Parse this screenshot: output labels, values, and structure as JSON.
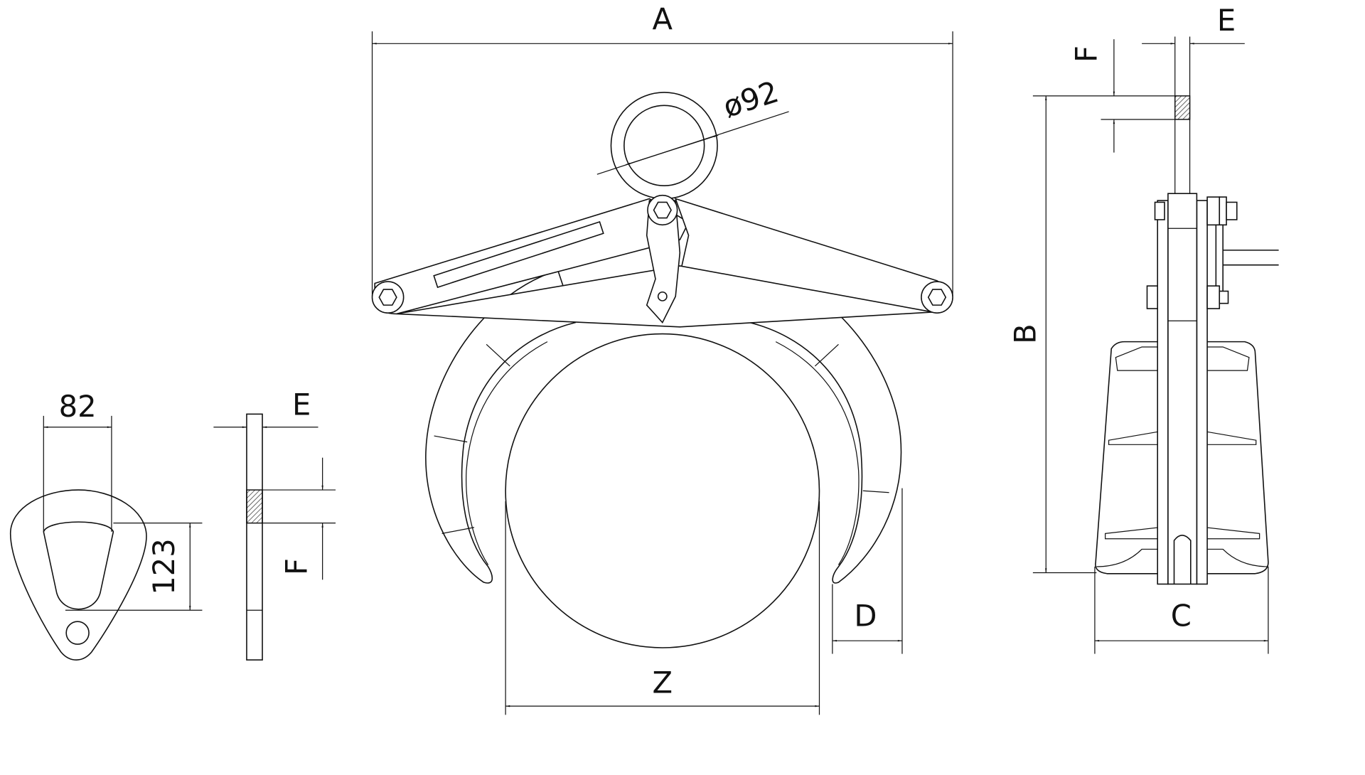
{
  "drawing": {
    "labels": {
      "A": "A",
      "B": "B",
      "C": "C",
      "D": "D",
      "E_side": "E",
      "F_side": "F",
      "Z": "Z",
      "diameter": "ø92",
      "E_plate": "E",
      "F_plate": "F",
      "width_82": "82",
      "height_123": "123"
    },
    "colors": {
      "line": "#111111",
      "background": "#ffffff"
    }
  }
}
